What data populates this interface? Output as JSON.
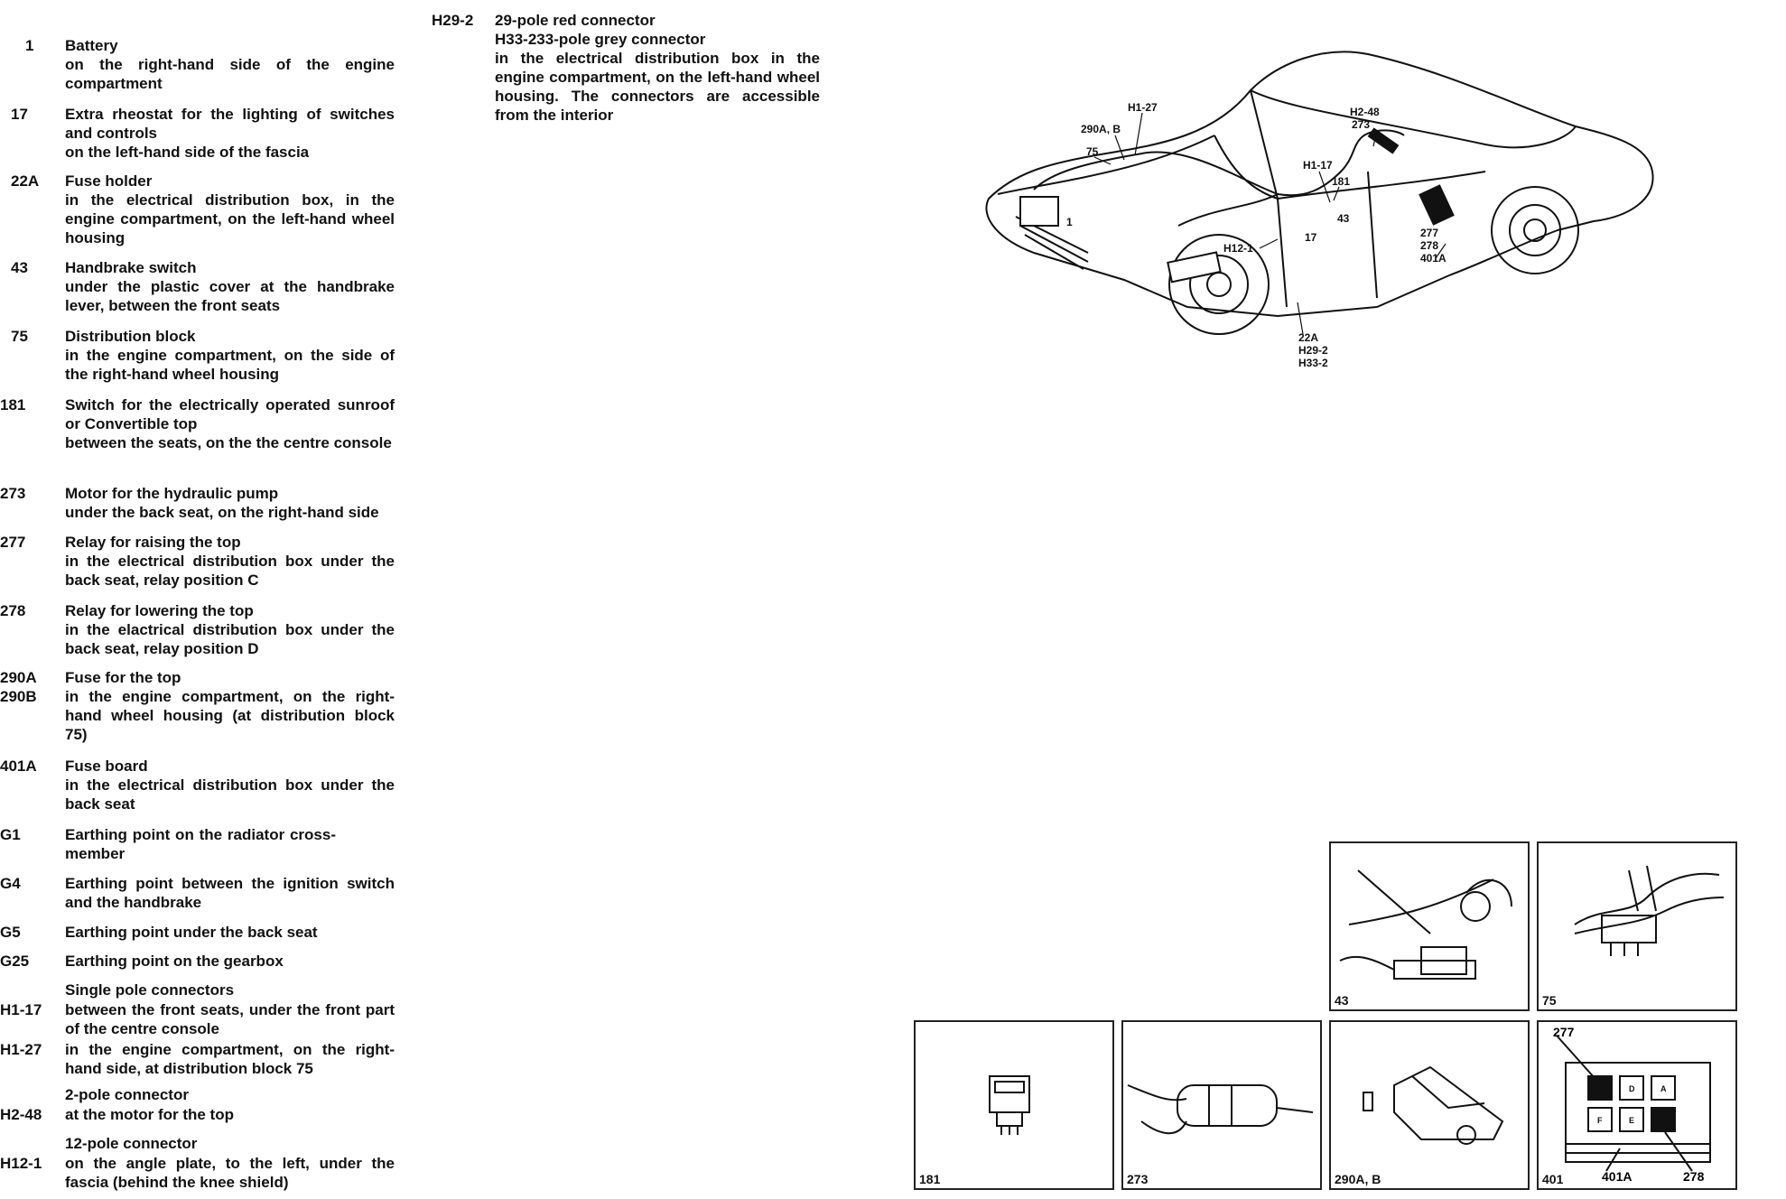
{
  "legend": [
    {
      "code": "1",
      "title": "Battery",
      "desc": "on the right-hand side of the engine compartment"
    },
    {
      "code": "17",
      "title": "Extra rheostat for the lighting of switches and controls",
      "desc": "on the left-hand side of the fascia"
    },
    {
      "code": "22A",
      "title": "Fuse holder",
      "desc": "in the electrical distribution box, in the engine compartment, on the left-hand wheel housing"
    },
    {
      "code": "43",
      "title": "Handbrake switch",
      "desc": "under the plastic cover at the handbrake lever, between the front seats"
    },
    {
      "code": "75",
      "title": "Distribution block",
      "desc": "in the engine compartment, on the side of the right-hand wheel housing"
    },
    {
      "code": "181",
      "title": "Switch for the electrically operated sunroof or Convertible top",
      "desc": "between the seats, on the the centre console"
    },
    {
      "code": "273",
      "title": "Motor for the hydraulic pump",
      "desc": "under the back seat, on the right-hand side"
    },
    {
      "code": "277",
      "title": "Relay for raising the top",
      "desc": "in the electrical distribution box under the back seat, relay position C"
    },
    {
      "code": "278",
      "title": "Relay for lowering the top",
      "desc": "in the elactrical distribution box under the back seat, relay position D"
    },
    {
      "code": "290A\n290B",
      "title": "Fuse for the top",
      "desc": "in the engine compartment, on the right-hand wheel housing (at distribution block 75)"
    },
    {
      "code": "401A",
      "title": "Fuse board",
      "desc": "in the electrical distribution box under the back seat"
    },
    {
      "code": "G1",
      "title": "Earthing point on the radiator cross-member",
      "desc": ""
    },
    {
      "code": "G4",
      "title": "Earthing point between the ignition switch and the handbrake",
      "desc": ""
    },
    {
      "code": "G5",
      "title": "Earthing point under the back seat",
      "desc": ""
    },
    {
      "code": "G25",
      "title": "Earthing point on the gearbox",
      "desc": ""
    },
    {
      "code": "",
      "title": "Single pole connectors",
      "desc": ""
    },
    {
      "code": "H1-17",
      "title": "between the front seats, under the front part of the centre console",
      "desc": ""
    },
    {
      "code": "H1-27",
      "title": "in the engine compartment, on the right-hand side, at distribution block 75",
      "desc": ""
    },
    {
      "code": "",
      "title": "2-pole connector",
      "desc": ""
    },
    {
      "code": "H2-48",
      "title": "at the motor for the top",
      "desc": ""
    },
    {
      "code": "",
      "title": "12-pole connector",
      "desc": ""
    },
    {
      "code": "H12-1",
      "title": "on the angle plate, to the left, under the fascia (behind the knee shield)",
      "desc": ""
    }
  ],
  "connector_block": {
    "code": "H29-2",
    "line1": "29-pole red connector",
    "line2": "H33-233-pole grey connector",
    "desc": "in the electrical distribution box in the engine compartment, on the left-hand wheel housing. The connectors are accessible from the interior"
  },
  "diagram_labels": {
    "h1_27": "H1-27",
    "l290ab": "290A, B",
    "l75": "75",
    "l1": "1",
    "h2_48": "H2-48",
    "l273": "273",
    "h1_17": "H1-17",
    "l181": "181",
    "l43": "43",
    "h12_1": "H12-1",
    "l17": "17",
    "l277": "277",
    "l278": "278",
    "l401a": "401A",
    "l22a": "22A",
    "h29_2": "H29-2",
    "h33_2": "H33-2"
  },
  "insets": {
    "i43": "43",
    "i75": "75",
    "i181": "181",
    "i273": "273",
    "i290": "290A, B",
    "i401_top": "277",
    "i401": "401",
    "i401a": "401A",
    "i278": "278",
    "relay_d": "D",
    "relay_a": "A",
    "relay_f": "F",
    "relay_e": "E"
  }
}
